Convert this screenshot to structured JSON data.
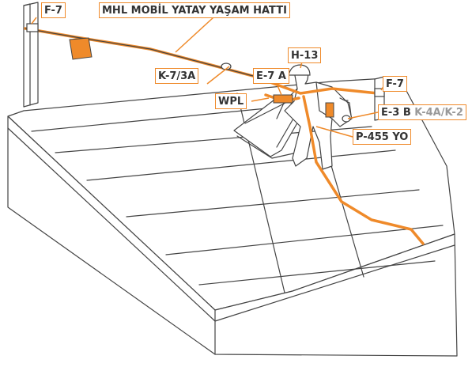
{
  "colors": {
    "accent": "#ef8a2a",
    "line": "#444444",
    "label_text": "#333333",
    "secondary_text": "#9a9a9a"
  },
  "labels": {
    "f7_left": "F-7",
    "hat_title": "MHL MOBİL YATAY YAŞAM HATTI",
    "h13": "H-13",
    "k73a": "K-7/3A",
    "e7a": "E-7 A",
    "f7_right": "F-7",
    "wpl": "WPL",
    "e3b": "E-3 B",
    "k4a_k2": "K-4A/K-2",
    "p455": "P-455 YO"
  }
}
